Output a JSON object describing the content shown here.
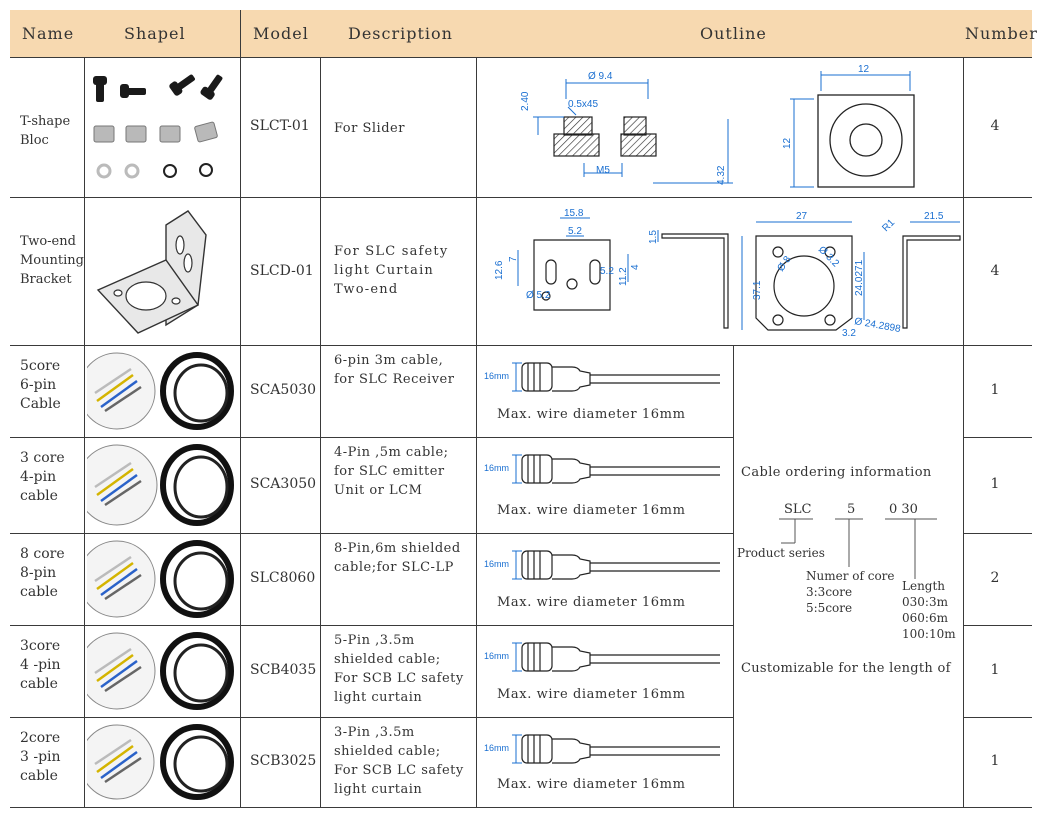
{
  "header": {
    "name": "Name",
    "shape": "Shapel",
    "model": "Model",
    "description": "Description",
    "outline": "Outline",
    "number": "Number"
  },
  "rows": [
    {
      "name_lines": [
        "T-shape",
        "Bloc"
      ],
      "model": "SLCT-01",
      "desc_lines": [
        "For Slider"
      ],
      "number": "4"
    },
    {
      "name_lines": [
        "Two-end",
        "Mounting",
        "Bracket"
      ],
      "model": "SLCD-01",
      "desc_lines": [
        "For SLC safety",
        "light Curtain",
        "Two-end"
      ],
      "number": "4"
    },
    {
      "name_lines": [
        "5core",
        "6-pin",
        "Cable"
      ],
      "model": "SCA5030",
      "desc_lines": [
        "6-pin 3m cable,",
        "for SLC Receiver"
      ],
      "wire_text": "Max. wire diameter 16mm",
      "number": "1"
    },
    {
      "name_lines": [
        "3 core",
        "4-pin",
        "cable"
      ],
      "model": "SCA3050",
      "desc_lines": [
        "4-Pin ,5m cable;",
        "for SLC emitter",
        "Unit or LCM"
      ],
      "wire_text": "Max. wire diameter 16mm",
      "number": "1"
    },
    {
      "name_lines": [
        "8 core",
        "8-pin",
        "cable"
      ],
      "model": "SLC8060",
      "desc_lines": [
        "8-Pin,6m shielded",
        "cable;for SLC-LP"
      ],
      "wire_text": "Max. wire diameter 16mm",
      "number": "2"
    },
    {
      "name_lines": [
        "3core",
        "4 -pin",
        "cable"
      ],
      "model": "SCB4035",
      "desc_lines": [
        "5-Pin ,3.5m",
        "shielded cable;",
        "For SCB LC safety",
        "light curtain"
      ],
      "wire_text": "Max. wire diameter 16mm",
      "number": "1"
    },
    {
      "name_lines": [
        "2core",
        "3 -pin",
        "cable"
      ],
      "model": "SCB3025",
      "desc_lines": [
        "3-Pin ,3.5m",
        "shielded cable;",
        "For SCB LC safety",
        "light curtain"
      ],
      "wire_text": "Max. wire diameter 16mm",
      "number": "1"
    }
  ],
  "ordering": {
    "title": "Cable ordering information",
    "code_series": "SLC",
    "code_core": "5",
    "code_length": "0 30",
    "label_series": "Product series",
    "label_core_lines": [
      "Numer of core",
      "3:3core",
      "5:5core"
    ],
    "label_length_lines": [
      "Length",
      "030:3m",
      "060:6m",
      "100:10m"
    ],
    "custom_note": "Customizable for the length of"
  },
  "drawings": {
    "tblock_dims": {
      "dia": "Ø 9.4",
      "chamfer": "0.5x45",
      "h1": "2.40",
      "thread": "M5",
      "h2": "4.32",
      "w": "12",
      "h": "12"
    },
    "bracket_dims": {
      "w1": "15.8",
      "s1": "5.2",
      "s2": "5.2",
      "h1": "12.6",
      "d1": "7",
      "d2": "11.2",
      "d3": "4",
      "hole": "Ø 5.2",
      "t": "1.5",
      "w2": "27",
      "r": "R1",
      "w3": "21.5",
      "h2": "37.1",
      "h3": "24.0271",
      "hole2": "Ø 8",
      "hole3": "Ø 3.2",
      "pcd": "Ø 24.2898",
      "s3": "3.2"
    },
    "cable_dim": "16mm"
  },
  "colors": {
    "header_bg": "#f7d9b0",
    "dim_blue": "#1a6fd1",
    "grid": "#3a3a3a"
  }
}
